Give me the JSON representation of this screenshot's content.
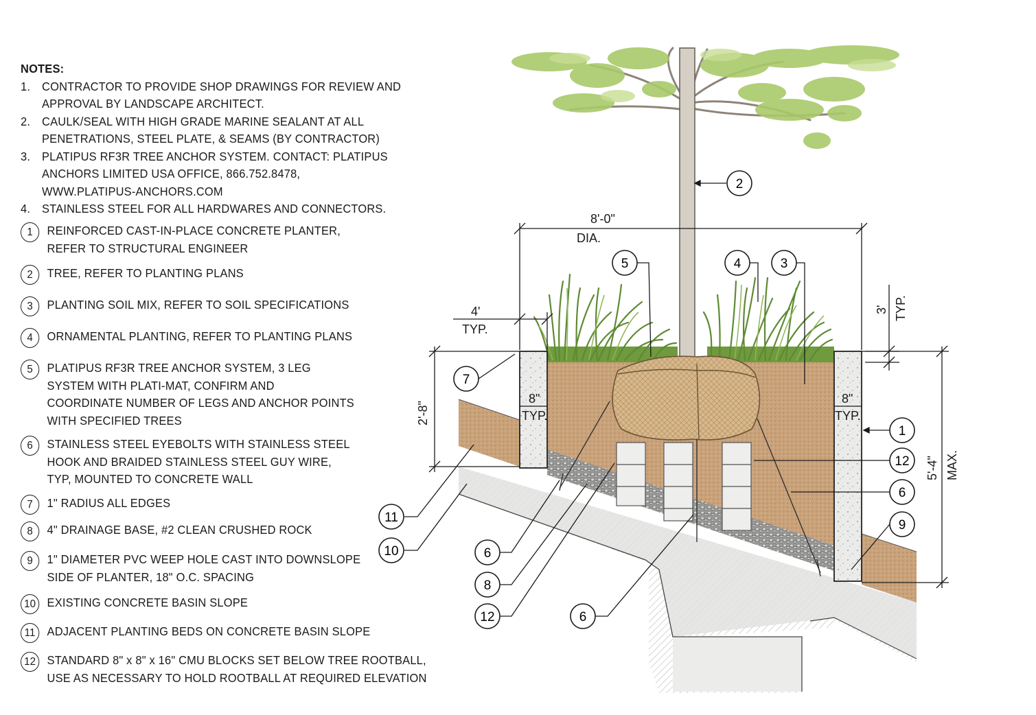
{
  "notes": {
    "title": "NOTES:",
    "items": [
      {
        "num": "1.",
        "text": "CONTRACTOR TO PROVIDE SHOP DRAWINGS FOR REVIEW AND\nAPPROVAL BY LANDSCAPE ARCHITECT."
      },
      {
        "num": "2.",
        "text": "CAULK/SEAL WITH HIGH GRADE MARINE SEALANT AT ALL\nPENETRATIONS, STEEL PLATE, & SEAMS (BY CONTRACTOR)"
      },
      {
        "num": "3.",
        "text": "PLATIPUS RF3R TREE ANCHOR SYSTEM. CONTACT: PLATIPUS\nANCHORS LIMITED USA OFFICE, 866.752.8478,\nWWW.PLATIPUS-ANCHORS.COM"
      },
      {
        "num": "4.",
        "text": "STAINLESS STEEL FOR ALL HARDWARES AND CONNECTORS."
      }
    ]
  },
  "legend": [
    {
      "num": "1",
      "text": "REINFORCED CAST-IN-PLACE CONCRETE PLANTER,\nREFER TO STRUCTURAL ENGINEER"
    },
    {
      "num": "2",
      "text": "TREE, REFER TO PLANTING PLANS"
    },
    {
      "num": "3",
      "text": "PLANTING SOIL MIX, REFER TO SOIL SPECIFICATIONS"
    },
    {
      "num": "4",
      "text": "ORNAMENTAL PLANTING, REFER TO PLANTING PLANS"
    },
    {
      "num": "5",
      "text": "PLATIPUS RF3R TREE ANCHOR SYSTEM, 3 LEG\nSYSTEM WITH PLATI-MAT, CONFIRM AND\nCOORDINATE NUMBER OF LEGS AND ANCHOR POINTS\nWITH SPECIFIED TREES"
    },
    {
      "num": "6",
      "text": "STAINLESS STEEL EYEBOLTS WITH STAINLESS STEEL\nHOOK AND BRAIDED STAINLESS STEEL GUY WIRE,\nTYP, MOUNTED TO CONCRETE WALL"
    },
    {
      "num": "7",
      "text": "1\" RADIUS ALL EDGES"
    },
    {
      "num": "8",
      "text": "4\" DRAINAGE BASE, #2 CLEAN CRUSHED ROCK"
    },
    {
      "num": "9",
      "text": "1\" DIAMETER PVC WEEP HOLE CAST INTO DOWNSLOPE\nSIDE OF PLANTER, 18\" O.C. SPACING"
    },
    {
      "num": "10",
      "text": "EXISTING CONCRETE BASIN SLOPE"
    },
    {
      "num": "11",
      "text": "ADJACENT PLANTING BEDS ON CONCRETE BASIN SLOPE"
    },
    {
      "num": "12",
      "text": "STANDARD 8\" x 8\" x 16\" CMU BLOCKS SET BELOW TREE ROOTBALL,\nUSE AS NECESSARY TO HOLD ROOTBALL AT REQUIRED ELEVATION"
    }
  ],
  "dimensions": {
    "diameter": "8'-0\"",
    "diameter_note": "DIA.",
    "wall_top": "4'",
    "wall_top_note": "TYP.",
    "wall_base_left": "8\"",
    "wall_base_left_note": "TYP.",
    "wall_base_right": "8\"",
    "wall_base_right_note": "TYP.",
    "freeboard": "3'",
    "freeboard_note": "TYP.",
    "left_height": "2'-8\"",
    "right_height": "5'-4\"",
    "right_height_note": "MAX."
  },
  "callouts": {
    "c2": "2",
    "c5": "5",
    "c4": "4",
    "c3": "3",
    "c7": "7",
    "c1": "1",
    "c12a": "12",
    "c6a": "6",
    "c9": "9",
    "c11": "11",
    "c10": "10",
    "c6b": "6",
    "c8": "8",
    "c12b": "12",
    "c6c": "6"
  },
  "colors": {
    "ink": "#1a1a1a",
    "soil": "#c9a27a",
    "concrete": "#e2e2e0",
    "foliage": "#a9c96a",
    "grass": "#6f9a3e",
    "burlap": "#d8b98c"
  }
}
